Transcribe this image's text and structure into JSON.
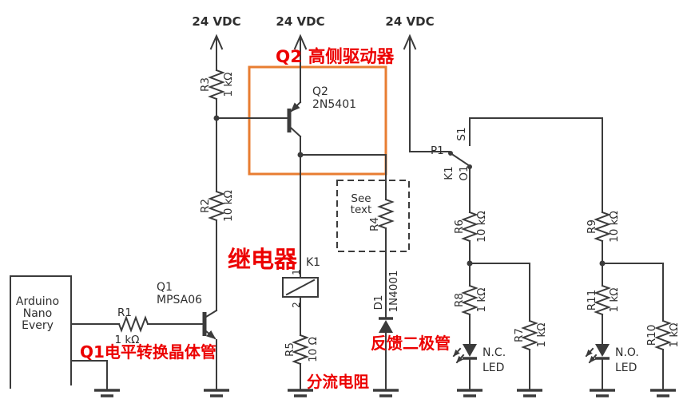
{
  "annotations": {
    "q2_driver": "Q2 高侧驱动器",
    "relay": "继电器",
    "q1_level": "Q1电平转换晶体管",
    "feedback_diode": "反馈二极管",
    "shunt": "分流电阻"
  },
  "power_rails": {
    "rail1": "24 VDC",
    "rail2": "24 VDC",
    "rail3": "24 VDC"
  },
  "arduino": {
    "line1": "Arduino",
    "line2": "Nano",
    "line3": "Every"
  },
  "components": {
    "r1": {
      "ref": "R1",
      "value": "1 kΩ"
    },
    "r2": {
      "ref": "R2",
      "value": "10 kΩ"
    },
    "r3": {
      "ref": "R3",
      "value": "1 kΩ"
    },
    "r4": {
      "ref": "R4",
      "note_line1": "See",
      "note_line2": "text"
    },
    "r5": {
      "ref": "R5",
      "value": "10 Ω"
    },
    "r6": {
      "ref": "R6",
      "value": "10 kΩ"
    },
    "r7": {
      "ref": "R7",
      "value": "1 kΩ"
    },
    "r8": {
      "ref": "R8",
      "value": "1 kΩ"
    },
    "r9": {
      "ref": "R9",
      "value": "10 kΩ"
    },
    "r10": {
      "ref": "R10",
      "value": "1 kΩ"
    },
    "r11": {
      "ref": "R11",
      "value": "1 kΩ"
    },
    "q1": {
      "ref": "Q1",
      "part": "MPSA06"
    },
    "q2": {
      "ref": "Q2",
      "part": "2N5401"
    },
    "d1": {
      "ref": "D1",
      "part": "1N4001"
    },
    "k1": {
      "ref": "K1",
      "pin1": "1",
      "pin2": "2"
    },
    "switch": {
      "pole": "P1",
      "contact_s1": "S1",
      "relay_ref": "K1",
      "contact_o1": "O1"
    },
    "led_nc": {
      "line1": "N.C.",
      "line2": "LED"
    },
    "led_no": {
      "line1": "N.O.",
      "line2": "LED"
    }
  },
  "colors": {
    "wire": "#3b3b3b",
    "annotation_red": "#ec0000",
    "highlight_orange": "#e87d31"
  }
}
